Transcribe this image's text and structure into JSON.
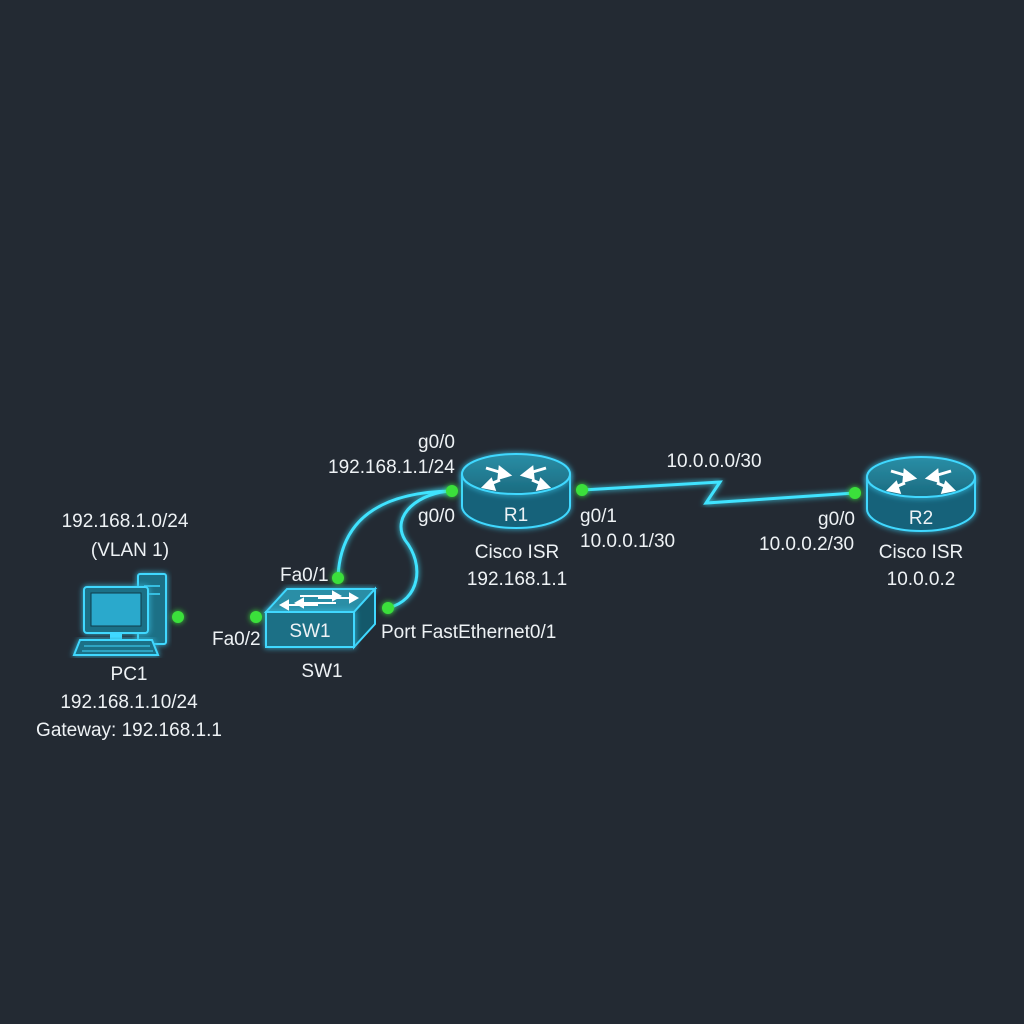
{
  "network": {
    "subnet": "192.168.1.0/24",
    "vlan": "(VLAN 1)",
    "wan_subnet": "10.0.0.0/30"
  },
  "pc1": {
    "name": "PC1",
    "ip": "192.168.1.10/24",
    "gateway": "Gateway: 192.168.1.1",
    "icon": "desktop-computer-icon"
  },
  "sw1": {
    "name": "SW1",
    "below_label": "SW1",
    "port_up": "Fa0/1",
    "port_left": "Fa0/2",
    "port_right": "Port FastEthernet0/1",
    "icon": "switch-icon"
  },
  "r1": {
    "name": "R1",
    "port_top": "g0/0",
    "ip_top": "192.168.1.1/24",
    "port_inner": "g0/0",
    "port_wan": "g0/1",
    "wan_ip": "10.0.0.1/30",
    "model": "Cisco ISR",
    "ip": "192.168.1.1",
    "icon": "router-icon"
  },
  "r2": {
    "name": "R2",
    "port": "g0/0",
    "wan_ip": "10.0.0.2/30",
    "model": "Cisco ISR",
    "ip": "10.0.0.2",
    "icon": "router-icon"
  },
  "colors": {
    "background": "#232a33",
    "link": "#3fe3ff",
    "port_up": "#3be03b",
    "device_fill": "#1a6f86",
    "device_stroke": "#3fd8ff"
  }
}
